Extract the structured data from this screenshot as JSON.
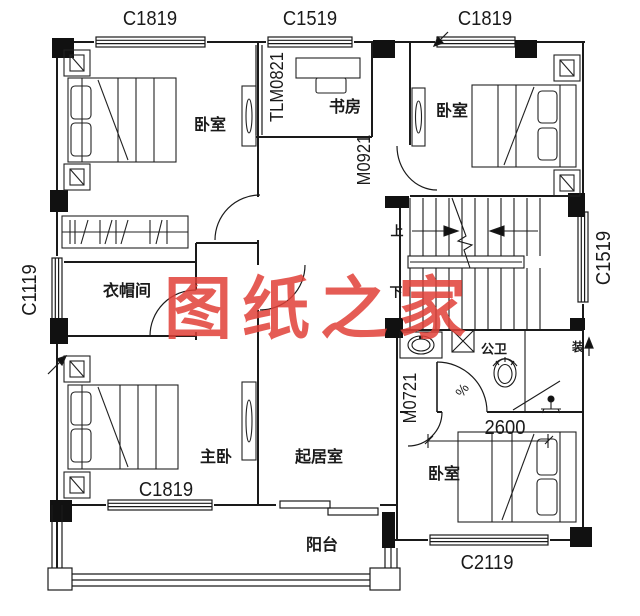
{
  "labels": {
    "watermark": "图纸之家",
    "window_top_left": "C1819",
    "window_top_center": "C1519",
    "window_top_right": "C1819",
    "window_left": "C1119",
    "window_right": "C1519",
    "window_master": "C1819",
    "window_bottom_right": "C2119",
    "door_study": "TLM0821",
    "door_hall": "M0921",
    "door_bathroom": "M0721",
    "dim_bedroom": "2600",
    "room_bedroom_tl": "卧室",
    "room_study": "书房",
    "room_bedroom_tr": "卧室",
    "room_cloakroom": "衣帽间",
    "room_master": "主卧",
    "room_living": "起居室",
    "room_bathroom": "公卫",
    "room_bedroom_br": "卧室",
    "room_balcony": "阳台",
    "stairs_up": "上",
    "stairs_down": "下",
    "slope": "%",
    "annotation_right": "装"
  },
  "colors": {
    "line": "#1a1a1a",
    "watermark": "#e14038",
    "background": "#ffffff"
  }
}
